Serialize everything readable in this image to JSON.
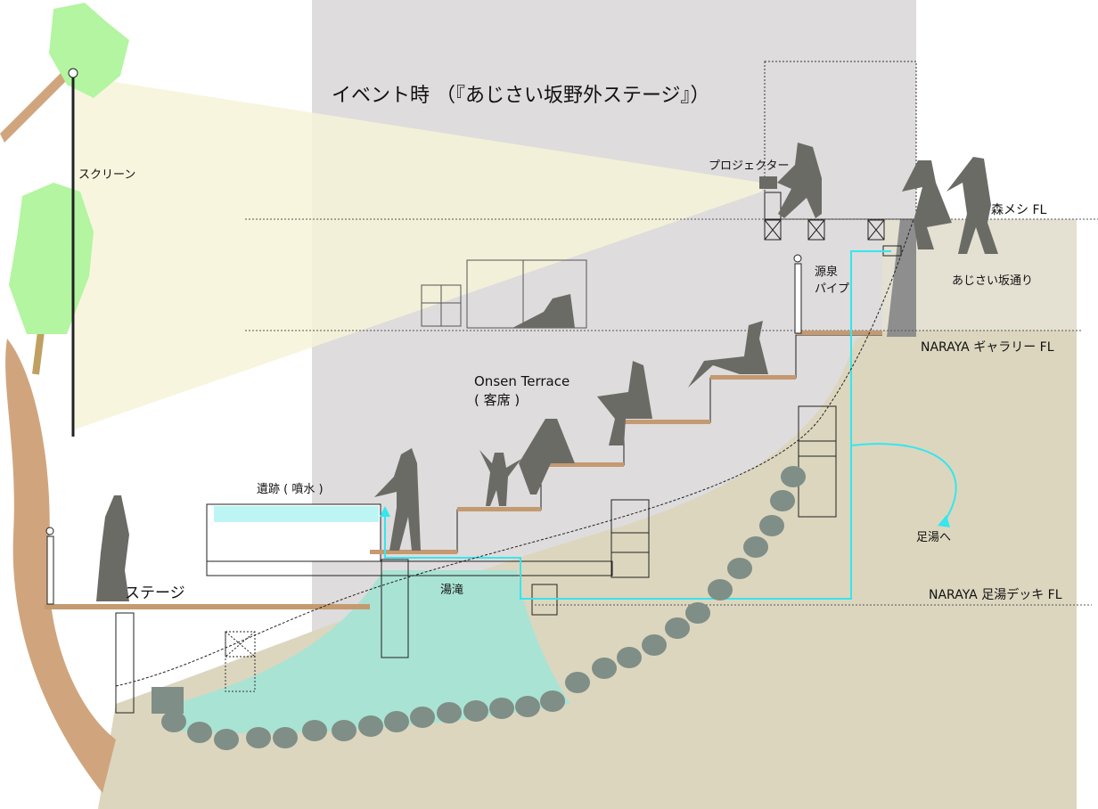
{
  "title": "イベント時 （『あじさい坂野外ステージ』）",
  "labels": {
    "projector": "プロジェクター",
    "screen": "スクリーン",
    "morimeshi_fl": "森メシ FL",
    "ajisai_street": "あじさい坂通り",
    "gallery_fl": "NARAYA ギャラリー FL",
    "source_pipe_1": "源泉",
    "source_pipe_2": "パイプ",
    "onsen_terrace": "Onsen Terrace",
    "seats": "( 客席 )",
    "ruins": "遺跡 ( 噴水 )",
    "stage": "ステージ",
    "hot_fall": "湯滝",
    "to_footbath": "足湯へ",
    "footbath_deck_fl": "NARAYA 足湯デッキ FL"
  },
  "colors": {
    "ground": "#dcd6bf",
    "building": "#dedcdd",
    "light_beam": "#f7f3d8",
    "water": "#a9e3d3",
    "pipe": "#35e6ee",
    "stone": "#7f8e86",
    "person": "#6b6b66",
    "wood": "#c49a70",
    "trunk": "#d0a57e",
    "foliage": "#b3f5a0"
  }
}
